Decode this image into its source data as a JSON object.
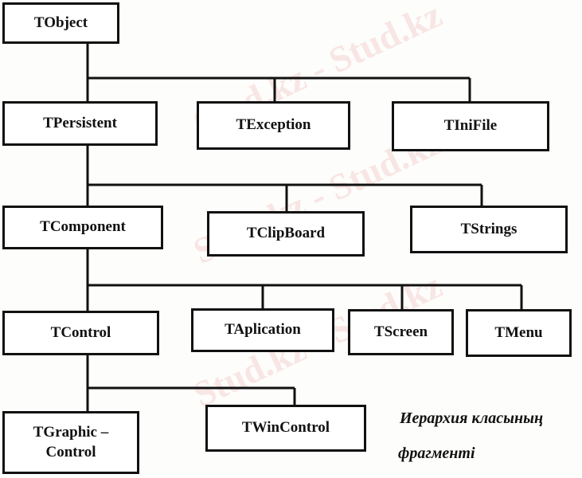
{
  "watermark": "Stud.kz - Stud.kz",
  "nodes": {
    "tobject": "TObject",
    "tpersistent": "TPersistent",
    "texception": "TException",
    "tinifile": "TIniFile",
    "tcomponent": "TComponent",
    "tclipboard": "TClipBoard",
    "tstrings": "TStrings",
    "tcontrol": "TControl",
    "taplication": "TAplication",
    "tscreen": "TScreen",
    "tmenu": "TMenu",
    "tgraphic_line1": "TGraphic –",
    "tgraphic_line2": "Control",
    "twincontrol": "TWinControl"
  },
  "caption": {
    "line1": "Иерархия класының",
    "line2": "фрагменті"
  }
}
